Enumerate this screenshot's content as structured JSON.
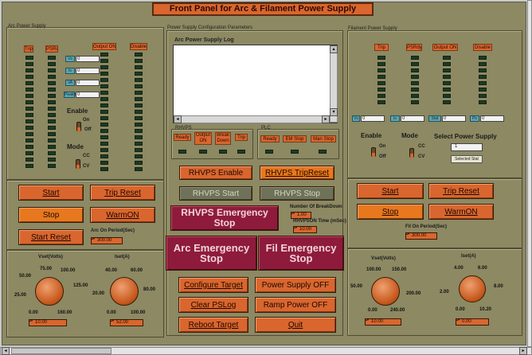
{
  "window": {
    "title": "Front Panel for Arc & Filament Power Supply"
  },
  "arc_panel": {
    "label": "Arc Power Supply",
    "indicators": [
      "Trip",
      "PSRdy",
      "Output ON",
      "Disable"
    ],
    "numeric_tags": [
      "Vs",
      "Is",
      "VA",
      "PeakIn"
    ],
    "numeric_values": [
      "0",
      "0",
      "0",
      "0"
    ],
    "enable_label": "Enable",
    "enable_on": "On",
    "enable_off": "Off",
    "mode_label": "Mode",
    "mode_cc": "CC",
    "mode_cv": "CV",
    "buttons": {
      "start": "Start",
      "trip_reset": "Trip Reset",
      "stop": "Stop",
      "warm_on": "WarmON",
      "start_reset": "Start Reset"
    },
    "arc_on_period_label": "Arc On Period(Sec)",
    "arc_on_period_value": "300.00",
    "vout_label": "Vset(Volts)",
    "vout_ticks": [
      "75.00",
      "100.00",
      "50.00",
      "125.00",
      "25.00",
      "0.00",
      "160.00"
    ],
    "vout_value": "10.00",
    "iout_label": "Iset(A)",
    "iout_ticks": [
      "40.00",
      "60.00",
      "20.00",
      "80.00",
      "0.00",
      "100.00"
    ],
    "iout_value": "52.00"
  },
  "config_panel": {
    "label": "Power Supply Configuration Parameters",
    "log_title": "Arc Power Supply Log",
    "rhvps_label": "RHVPS",
    "rhvps_indicators": [
      "Ready",
      "Output ON",
      "Break Down",
      "Trip"
    ],
    "plc_label": "PLC",
    "plc_indicators": [
      "Ready",
      "EM Stop",
      "Man Stop"
    ],
    "buttons": {
      "rhvps_enable": "RHVPS Enable",
      "rhvps_trip_reset": "RHVPS TripReset",
      "rhvps_start": "RHVPS Start",
      "rhvps_stop": "RHVPS Stop",
      "rhvps_emergency": "RHVPS Emergency Stop",
      "arc_emergency": "Arc Emergency Stop",
      "fil_emergency": "Fil Emergency Stop",
      "configure_target": "Configure Target",
      "power_supply_off": "Power Supply OFF",
      "clear_pslog": "Clear PSLog",
      "ramp_power_off": "Ramp Power OFF",
      "reboot_target": "Reboot Target",
      "quit": "Quit"
    },
    "breakdown_label": "Number Of BreakDown",
    "breakdown_value": "1.00",
    "rhvpson_label": "RHVPSON Time (mSec)",
    "rhvpson_value": "10.00"
  },
  "fil_panel": {
    "label": "Filament Power Supply",
    "indicators": [
      "Trip",
      "PSRdy",
      "Output ON",
      "Disable"
    ],
    "numeric_tags": [
      "Vs",
      "Is",
      "Stat",
      "Ps"
    ],
    "numeric_values": [
      "0",
      "0",
      "0",
      "0"
    ],
    "enable_label": "Enable",
    "enable_on": "On",
    "enable_off": "Off",
    "mode_label": "Mode",
    "mode_cc": "CC",
    "mode_cv": "CV",
    "select_label": "Select Power Supply",
    "select_value": "1",
    "selected_stat_label": "Selected Stat",
    "buttons": {
      "start": "Start",
      "trip_reset": "Trip Reset",
      "stop": "Stop",
      "warm_on": "WarmON"
    },
    "fil_on_period_label": "Fil On Period(Sec)",
    "fil_on_period_value": "300.00",
    "vout_label": "Vset(Volts)",
    "vout_ticks": [
      "100.00",
      "150.00",
      "50.00",
      "200.00",
      "0.00",
      "240.00"
    ],
    "vout_value": "10.00",
    "iout_label": "Iset(A)",
    "iout_ticks": [
      "4.00",
      "6.00",
      "2.00",
      "8.00",
      "0.00",
      "10.20"
    ],
    "iout_value": "0.00"
  },
  "colors": {
    "panel_bg": "#8c8963",
    "accent": "#d9662e",
    "emergency": "#8e1b3c"
  }
}
